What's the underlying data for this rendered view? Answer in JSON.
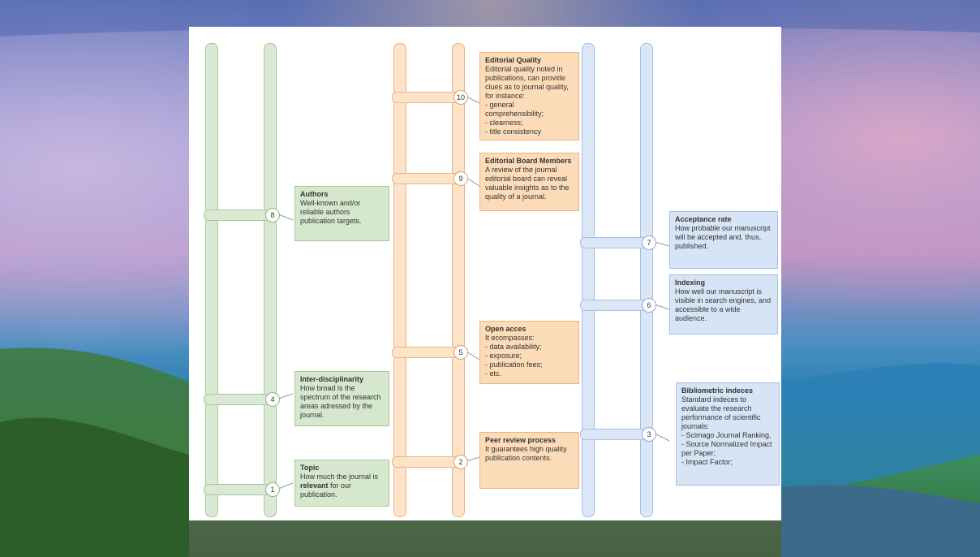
{
  "items": [
    {
      "num": "1",
      "title": "Topic",
      "desc_pre": "How much the journal is ",
      "desc_bold": "relevant",
      "desc_post": " for our publication."
    },
    {
      "num": "2",
      "title": "Peer review process",
      "desc": "It guarantees high quality publication contents."
    },
    {
      "num": "3",
      "title": "Bibliometric indeces",
      "desc": "Standard indeces to evaluate the research performance of scientific journals:\n- Scimago Journal Ranking,\n- Source Normalized Impact per Paper;\n- Impact Factor;"
    },
    {
      "num": "4",
      "title": "Inter-disciplinarity",
      "desc": "How broad is the spectrum of the research areas adressed by the journal."
    },
    {
      "num": "5",
      "title": "Open acces",
      "desc": "It ecompasses:\n- data availability;\n- exposure;\n- publication fees;\n- etc."
    },
    {
      "num": "6",
      "title": "Indexing",
      "desc": "How well our manuscript is visible in search engines, and accessible to a wide audience."
    },
    {
      "num": "7",
      "title": "Acceptance rate",
      "desc": "How probable our manuscript will be accepted and, thus, published."
    },
    {
      "num": "8",
      "title": "Authors",
      "desc": "Well-known and/or reliable authors publication targets."
    },
    {
      "num": "9",
      "title": "Editorial Board Members",
      "desc": "A review of the journal editorial board can reveal valuable insights as to the quality of a journal."
    },
    {
      "num": "10",
      "title": "Editorial Quality",
      "desc": "Editorial quality noted in publications, can provide clues as to journal quality, for instance:\n- general comprehensibility;\n- clearness;\n- title consistency"
    }
  ],
  "colors": {
    "green": "#d5e8cd",
    "orange": "#fcdcb8",
    "blue": "#d6e4f5"
  }
}
